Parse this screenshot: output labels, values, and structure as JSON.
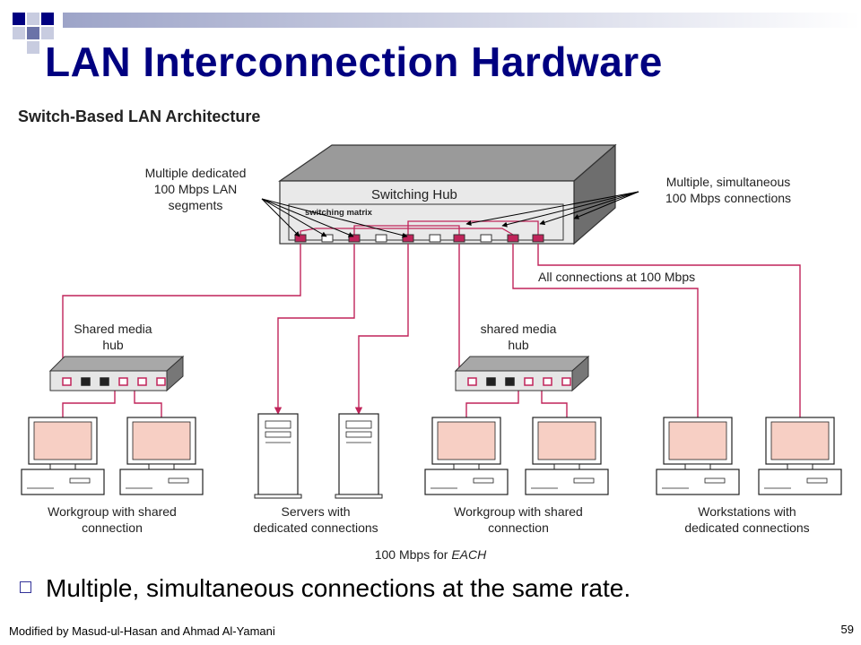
{
  "slide": {
    "title": "LAN Interconnection Hardware",
    "bullet": "Multiple, simultaneous connections at the same rate.",
    "footer": "Modified by Masud-ul-Hasan and Ahmad Al-Yamani",
    "page_number": "59"
  },
  "diagram": {
    "heading": "Switch-Based LAN Architecture",
    "switching_hub_label": "Switching Hub",
    "switching_matrix_label": "switching matrix",
    "left_callout": [
      "Multiple dedicated",
      "100 Mbps LAN",
      "segments"
    ],
    "right_callout": [
      "Multiple, simultaneous",
      "100 Mbps connections"
    ],
    "all_connections_label": "All connections at 100 Mbps",
    "hub_left_label": [
      "Shared media",
      "hub"
    ],
    "hub_right_label": [
      "shared media",
      "hub"
    ],
    "group_labels": {
      "workgroup_left": [
        "Workgroup with shared",
        "connection"
      ],
      "servers": [
        "Servers with",
        "dedicated connections"
      ],
      "workgroup_right": [
        "Workgroup with shared",
        "connection"
      ],
      "workstations": [
        "Workstations with",
        "dedicated connections"
      ]
    },
    "bottom_caption_prefix": "100 Mbps for ",
    "bottom_caption_emphasis": "EACH"
  },
  "colors": {
    "title": "#000080",
    "link": "#c0245a",
    "monitor_screen": "#f7cfc4",
    "hub_face": "#e6e6e6",
    "device_outline": "#222222"
  }
}
